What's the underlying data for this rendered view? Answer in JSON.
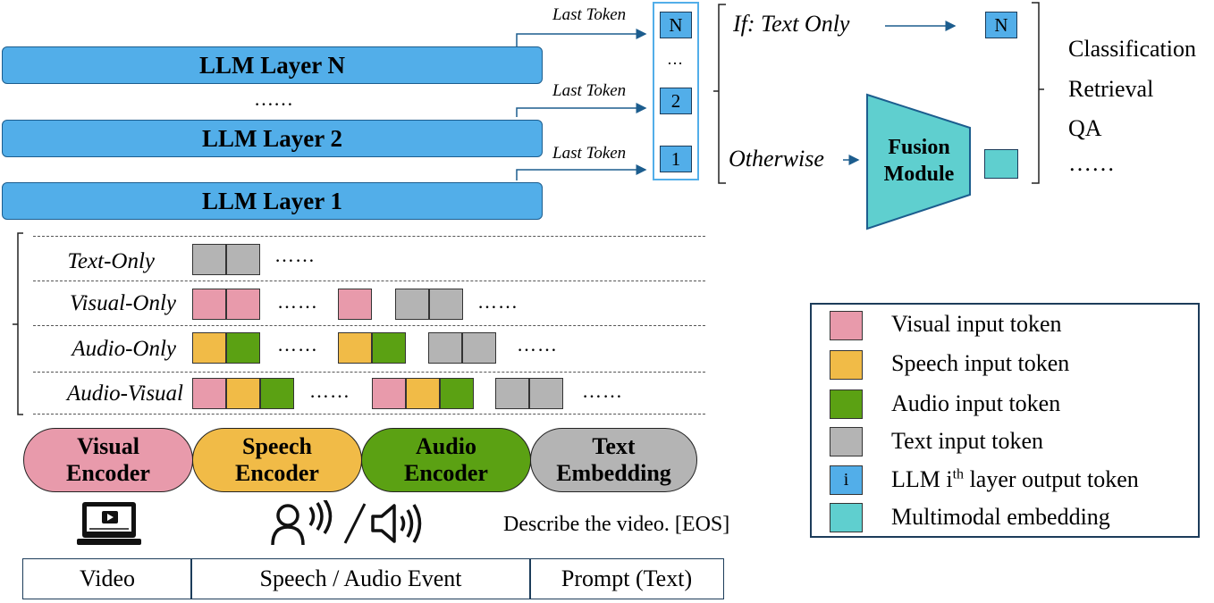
{
  "llm_layers": {
    "layer_n": "LLM Layer N",
    "ellipsis": "……",
    "layer_2": "LLM Layer 2",
    "layer_1": "LLM Layer 1"
  },
  "last_token_label": "Last Token",
  "output_tokens": {
    "n": "N",
    "mid": "…",
    "two": "2",
    "one": "1"
  },
  "branch": {
    "text_only": "If: Text Only",
    "text_only_token": "N",
    "otherwise": "Otherwise",
    "fusion_line1": "Fusion",
    "fusion_line2": "Module"
  },
  "tasks": [
    "Classification",
    "Retrieval",
    "QA",
    "……"
  ],
  "rows": [
    {
      "label": "Text-Only",
      "dots": [
        "……"
      ]
    },
    {
      "label": "Visual-Only",
      "dots": [
        "……",
        "……"
      ]
    },
    {
      "label": "Audio-Only",
      "dots": [
        "……",
        "……"
      ]
    },
    {
      "label": "Audio-Visual",
      "dots": [
        "……",
        "……"
      ]
    }
  ],
  "encoders": [
    {
      "line1": "Visual",
      "line2": "Encoder"
    },
    {
      "line1": "Speech",
      "line2": "Encoder"
    },
    {
      "line1": "Audio",
      "line2": "Encoder"
    },
    {
      "line1": "Text",
      "line2": "Embedding"
    }
  ],
  "prompt_text": "Describe the video. [EOS]",
  "inputs": [
    "Video",
    "Speech / Audio Event",
    "Prompt (Text)"
  ],
  "legend": [
    {
      "label": "Visual input token",
      "color": "#e89aab"
    },
    {
      "label": "Speech input token",
      "color": "#f1bb47"
    },
    {
      "label": "Audio input token",
      "color": "#5ba113"
    },
    {
      "label": "Text input token",
      "color": "#b4b4b4"
    },
    {
      "swatch_text": "i",
      "label_pre": "LLM i",
      "label_sup": "th",
      "label_post": " layer output token",
      "color": "#52aee9"
    },
    {
      "label": "Multimodal embedding",
      "color": "#5fcfcf"
    }
  ],
  "icons": [
    "video-laptop-icon",
    "speaker-person-icon",
    "speaker-volume-icon"
  ]
}
